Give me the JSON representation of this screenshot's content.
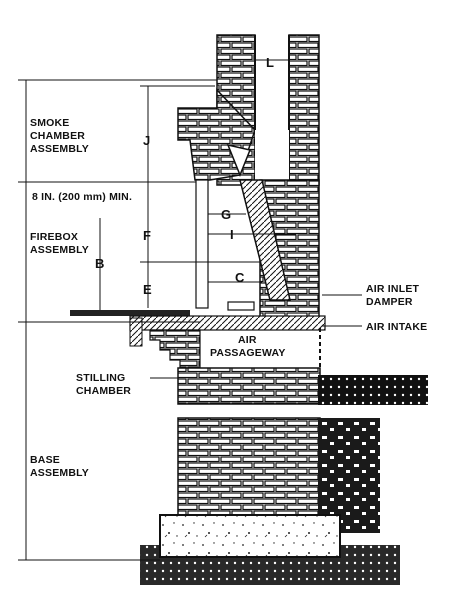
{
  "labels": {
    "smoke_chamber_1": "SMOKE",
    "smoke_chamber_2": "CHAMBER",
    "smoke_chamber_3": "ASSEMBLY",
    "min_clearance": "8 IN. (200 mm) MIN.",
    "firebox_1": "FIREBOX",
    "firebox_2": "ASSEMBLY",
    "air_inlet_1": "AIR INLET",
    "air_inlet_2": "DAMPER",
    "air_intake": "AIR INTAKE",
    "air_passage_1": "AIR",
    "air_passage_2": "PASSAGEWAY",
    "stilling_1": "STILLING",
    "stilling_2": "CHAMBER",
    "base_1": "BASE",
    "base_2": "ASSEMBLY"
  },
  "dimensions": {
    "L": "L",
    "J": "J",
    "G": "G",
    "I": "I",
    "F": "F",
    "B": "B",
    "C": "C",
    "E": "E"
  }
}
